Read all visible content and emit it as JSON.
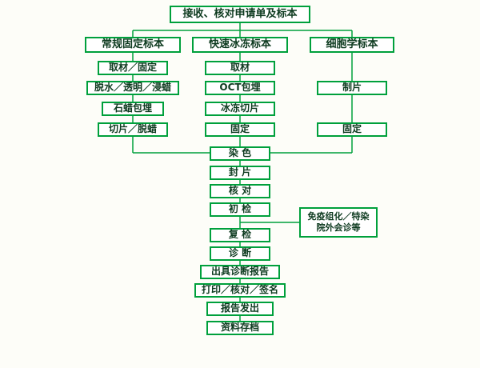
{
  "title": "接收、核对申请单及标本",
  "columns": [
    {
      "header": "常规固定标本",
      "steps": [
        "取材／固定",
        "脱水／透明／浸蜡",
        "石蜡包埋",
        "切片／脱蜡"
      ]
    },
    {
      "header": "快速冰冻标本",
      "steps": [
        "取材",
        "OCT包埋",
        "冰冻切片",
        "固定"
      ]
    },
    {
      "header": "细胞学标本",
      "steps": [
        "制片",
        "固定"
      ]
    }
  ],
  "main_flow": [
    "染 色",
    "封 片",
    "核 对",
    "初 检",
    "复 检",
    "诊 断",
    "出具诊断报告",
    "打印／核对／签名",
    "报告发出",
    "资料存档"
  ],
  "side_box": [
    "免疫组化／特染",
    "院外会诊等"
  ],
  "colors": {
    "box_border": "#00a03c",
    "connector_line": "#00a03c",
    "text": "#0d3a1f",
    "background": "#fdfdf8"
  }
}
